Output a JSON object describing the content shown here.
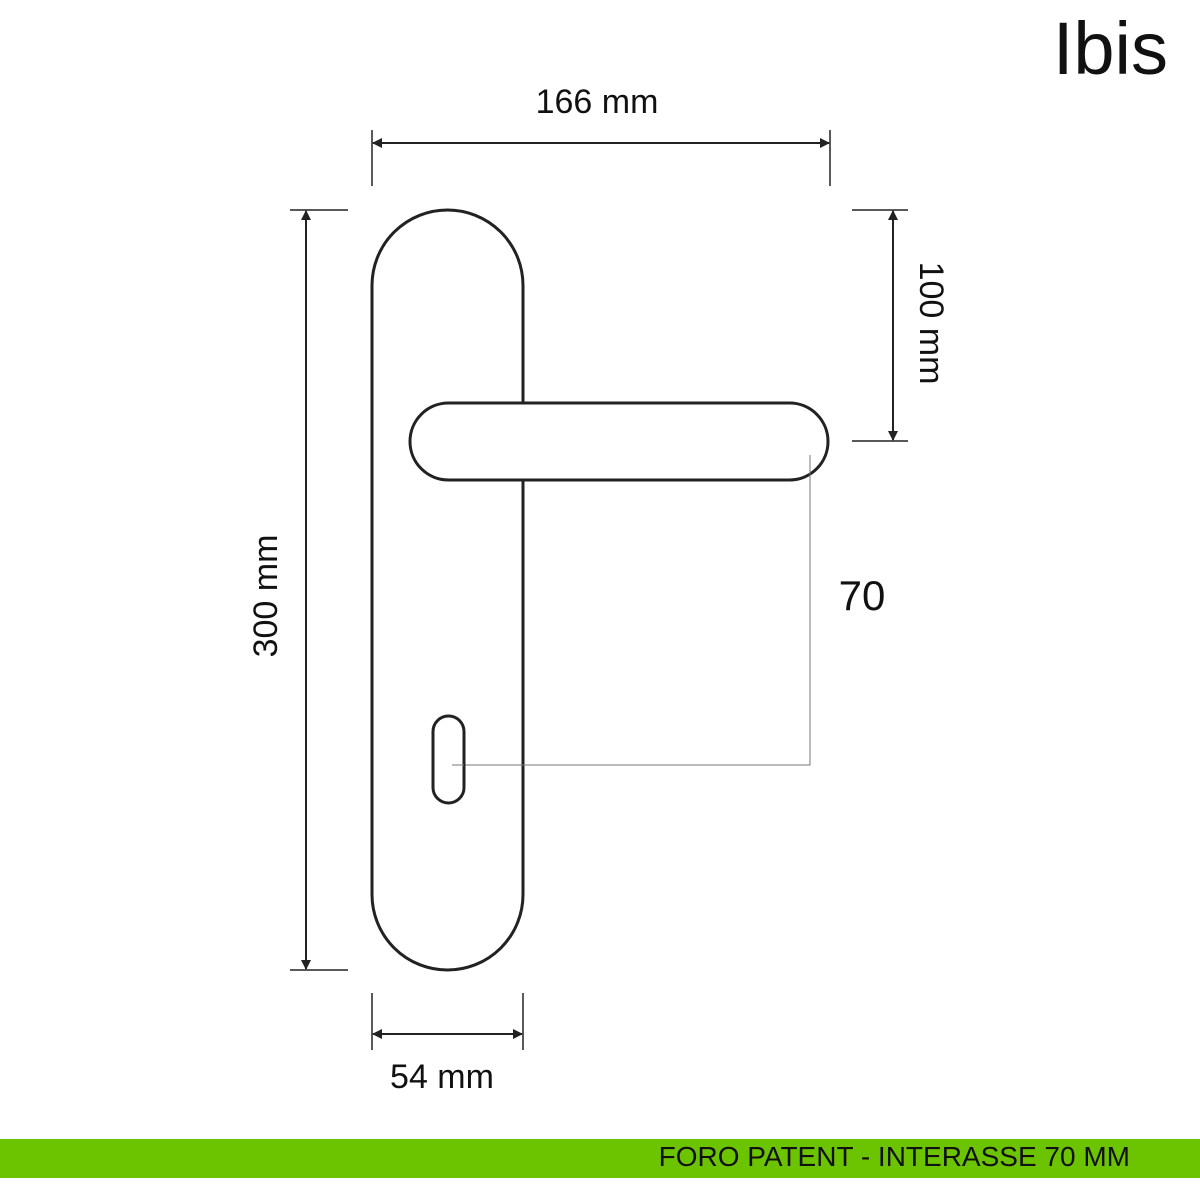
{
  "title": "Ibis",
  "dimensions": {
    "width_total": "166 mm",
    "height_plate": "300 mm",
    "lever_height_from_top": "100 mm",
    "plate_width": "54 mm",
    "center_distance": "70"
  },
  "banner": {
    "text": "FORO PATENT - INTERASSE 70 MM",
    "color": "#6cc400"
  }
}
